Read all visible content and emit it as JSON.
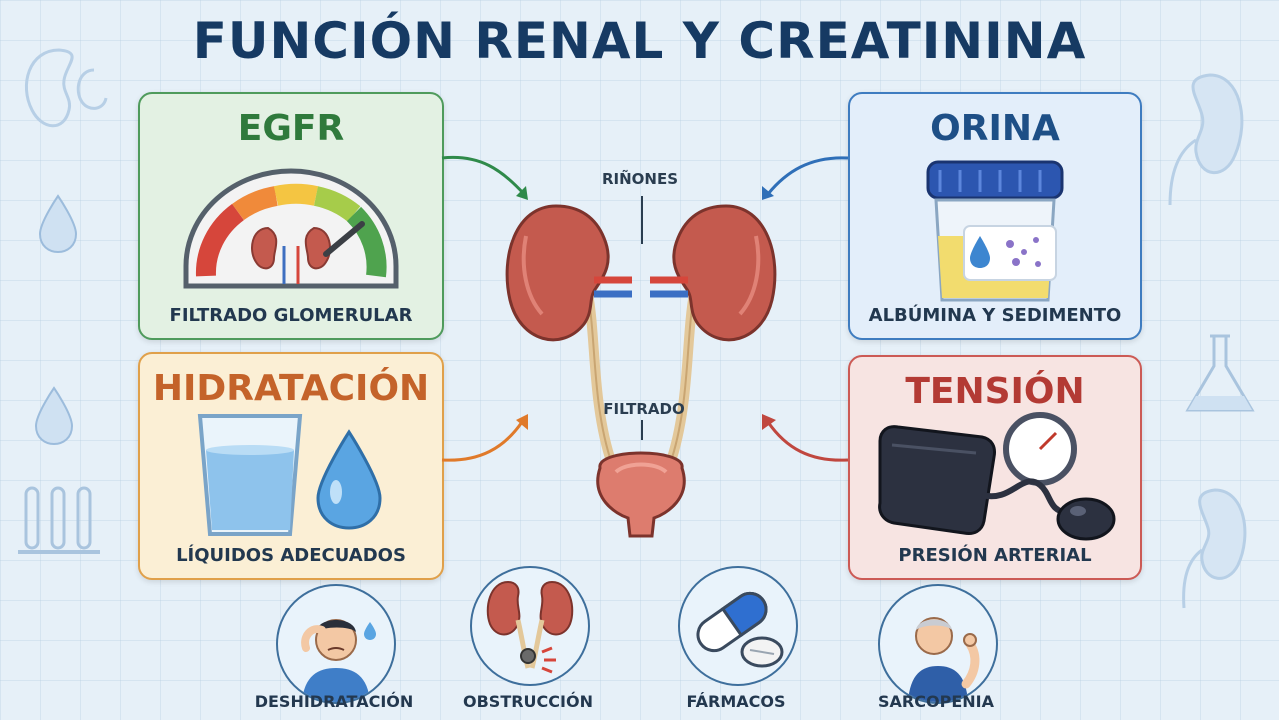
{
  "title": "FUNCIÓN RENAL Y CREATININA",
  "center": {
    "kidneys_label": "RIÑONES",
    "filtrate_label": "FILTRADO"
  },
  "panels": {
    "egfr": {
      "title": "EGFR",
      "caption": "FILTRADO GLOMERULAR",
      "icon": "gauge-icon"
    },
    "hidratacion": {
      "title": "HIDRATACIÓN",
      "caption": "LÍQUIDOS ADECUADOS",
      "icon": "water-glass-icon"
    },
    "orina": {
      "title": "ORINA",
      "caption": "ALBÚMINA Y SEDIMENTO",
      "icon": "urine-cup-icon"
    },
    "tension": {
      "title": "TENSIÓN",
      "caption": "PRESIÓN ARTERIAL",
      "icon": "blood-pressure-cuff-icon"
    }
  },
  "factors": [
    {
      "label": "DESHIDRATACIÓN",
      "icon": "dehydrated-person-icon"
    },
    {
      "label": "OBSTRUCCIÓN",
      "icon": "kidney-stone-icon"
    },
    {
      "label": "FÁRMACOS",
      "icon": "pills-icon"
    },
    {
      "label": "SARCOPENIA",
      "icon": "elderly-person-icon"
    }
  ],
  "colors": {
    "title": "#163a63",
    "egfr": "#2f7a3c",
    "hidratacion": "#c4632a",
    "orina": "#1e4f86",
    "tension": "#b33a34",
    "kidney": "#c45a4e"
  }
}
